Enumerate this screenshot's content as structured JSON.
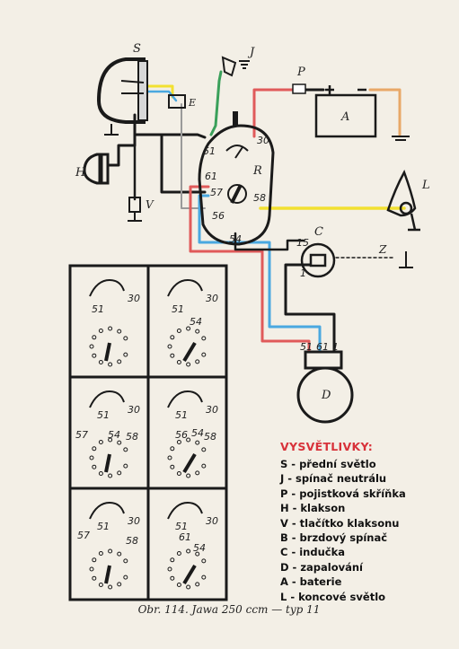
{
  "components": {
    "S": "S",
    "J": "J",
    "P": "P",
    "A": "A",
    "E": "E",
    "R": "R",
    "H": "H",
    "V": "V",
    "L": "L",
    "C": "C",
    "Z": "Z",
    "D": "D"
  },
  "terminals": {
    "t51": "51",
    "t30": "30",
    "t61": "61",
    "t57": "57",
    "t56": "56",
    "t58": "58",
    "t54": "54",
    "c15": "15",
    "c1": "1",
    "d51": "51",
    "d61": "61",
    "d1": "1"
  },
  "panels": [
    {
      "labels": [
        "30",
        "51"
      ]
    },
    {
      "labels": [
        "30",
        "51",
        "54"
      ]
    },
    {
      "labels": [
        "51",
        "30",
        "54",
        "57",
        "58"
      ]
    },
    {
      "labels": [
        "51",
        "30",
        "56",
        "54",
        "58"
      ]
    },
    {
      "labels": [
        "51",
        "30",
        "57",
        "58"
      ]
    },
    {
      "labels": [
        "51",
        "30",
        "61",
        "54"
      ]
    }
  ],
  "legend": {
    "title": "VYSVĚTLIVKY:",
    "items": [
      "S - přední světlo",
      "J - spínač neutrálu",
      "P - pojistková skříňka",
      "H - klakson",
      "V - tlačítko klaksonu",
      "B - brzdový spínač",
      "C - indučka",
      "D - zapalování",
      "A - baterie",
      "L - koncové světlo"
    ]
  },
  "caption": "Obr. 114. Jawa 250 ccm — typ 11",
  "colors": {
    "paper": "#f3efe6",
    "wire_black": "#1a1a1a",
    "wire_red": "#e05a5a",
    "wire_blue": "#4aa8e0",
    "wire_green": "#3aa05a",
    "wire_yellow": "#f2e030",
    "wire_orange": "#e8a868",
    "wire_gray": "#9a9a9a",
    "legend_title": "#d8323a"
  }
}
